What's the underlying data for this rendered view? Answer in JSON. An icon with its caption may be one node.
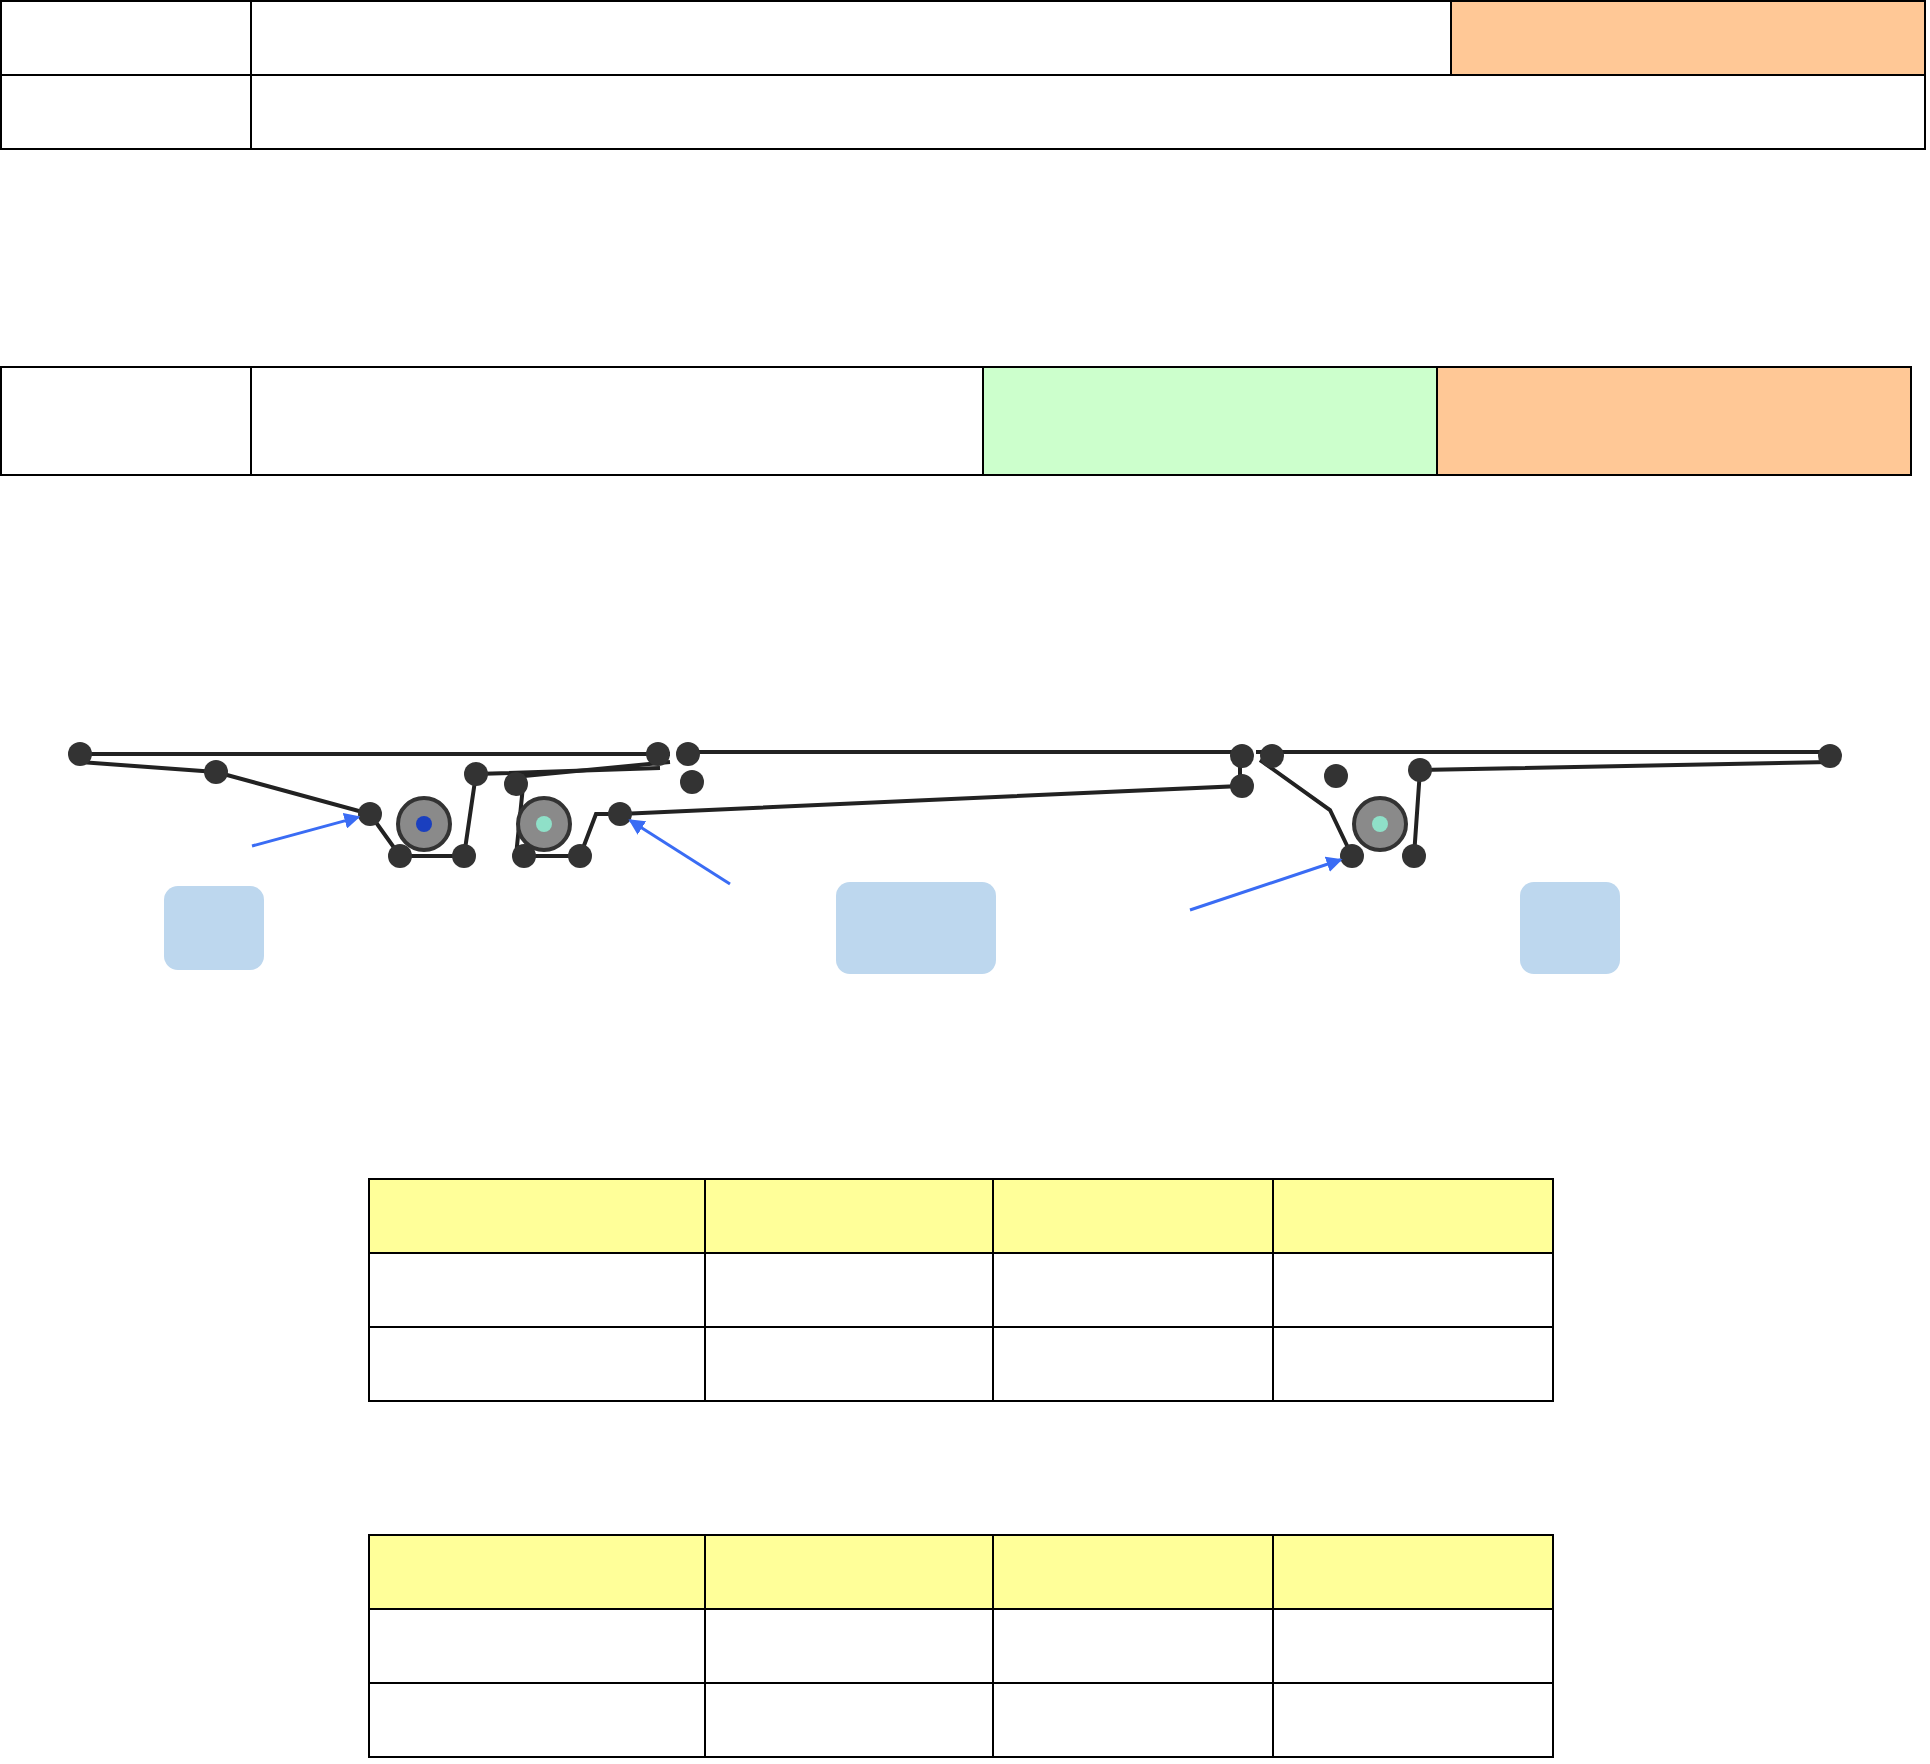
{
  "diagram": {
    "nodes": [
      {
        "text": [],
        "shape": "circle"
      },
      {
        "text": [],
        "shape": "circle"
      },
      {
        "text": [],
        "shape": "circle"
      },
      {
        "text": [],
        "shape": "box"
      },
      {
        "text": [],
        "shape": "box"
      },
      {
        "text": [],
        "shape": "box"
      }
    ],
    "edges": [
      {
        "from": null,
        "to": 0,
        "arrow": "to"
      },
      {
        "from": null,
        "to": 1,
        "arrow": "to"
      },
      {
        "from": null,
        "to": 2,
        "arrow": "to"
      }
    ]
  }
}
